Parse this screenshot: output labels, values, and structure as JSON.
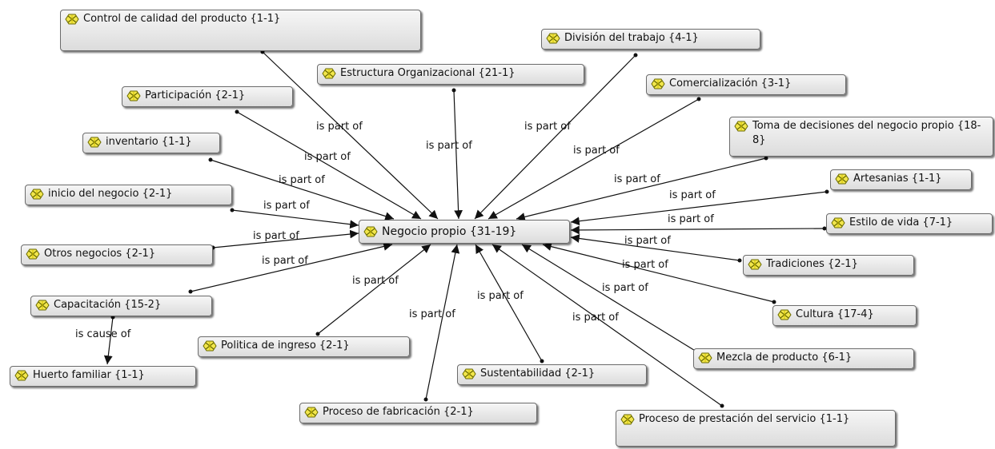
{
  "relation_part": "is part of",
  "relation_cause": "is cause of",
  "nodes": [
    {
      "id": "negocio",
      "label": "Negocio propio {31-19}"
    },
    {
      "id": "control",
      "label": "Control de calidad del producto {1-1}"
    },
    {
      "id": "division",
      "label": "División del trabajo {4-1}"
    },
    {
      "id": "estructura",
      "label": "Estructura Organizacional {21-1}"
    },
    {
      "id": "comercial",
      "label": "Comercialización {3-1}"
    },
    {
      "id": "participacion",
      "label": "Participación {2-1}"
    },
    {
      "id": "toma",
      "label": "Toma de decisiones del negocio propio {18-8}"
    },
    {
      "id": "inventario",
      "label": "inventario {1-1}"
    },
    {
      "id": "artesanias",
      "label": "Artesanias {1-1}"
    },
    {
      "id": "inicio",
      "label": "inicio del negocio {2-1}"
    },
    {
      "id": "estilo",
      "label": "Estilo de vida {7-1}"
    },
    {
      "id": "otros",
      "label": "Otros negocios {2-1}"
    },
    {
      "id": "tradiciones",
      "label": "Tradiciones {2-1}"
    },
    {
      "id": "capacitacion",
      "label": "Capacitación {15-2}"
    },
    {
      "id": "cultura",
      "label": "Cultura {17-4}"
    },
    {
      "id": "politica",
      "label": "Politica de ingreso {2-1}"
    },
    {
      "id": "mezcla",
      "label": "Mezcla de producto {6-1}"
    },
    {
      "id": "huerto",
      "label": "Huerto familiar {1-1}"
    },
    {
      "id": "sustent",
      "label": "Sustentabilidad {2-1}"
    },
    {
      "id": "proceso_fab",
      "label": "Proceso de fabricación {2-1}"
    },
    {
      "id": "proceso_serv",
      "label": "Proceso de prestación del servicio {1-1}"
    }
  ]
}
